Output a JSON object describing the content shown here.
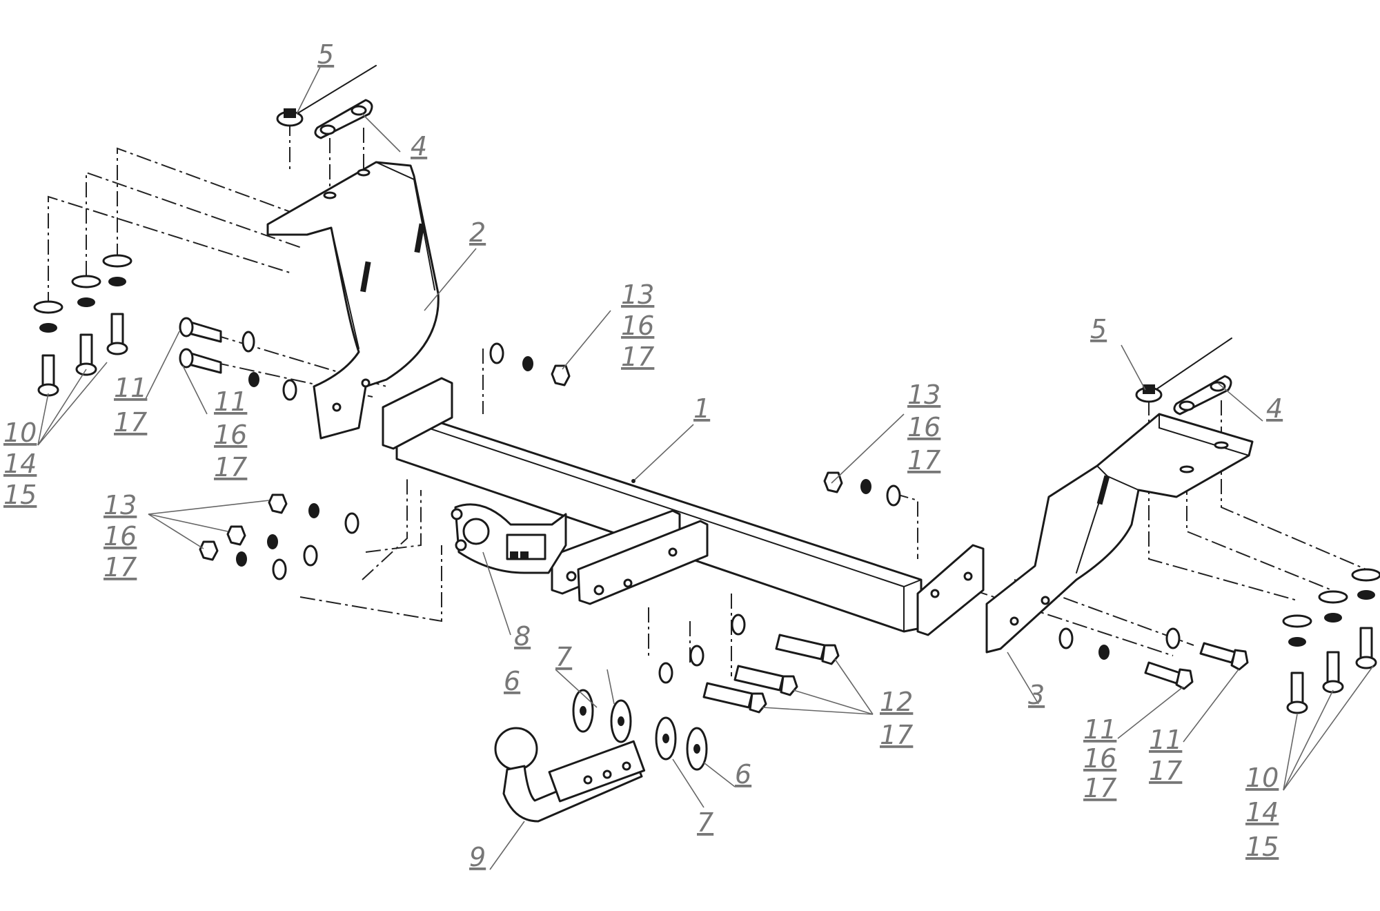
{
  "diagram": {
    "callouts": [
      {
        "id": "c5a",
        "text": "5"
      },
      {
        "id": "c4a",
        "text": "4"
      },
      {
        "id": "c2",
        "text": "2"
      },
      {
        "id": "c13a",
        "text": "13"
      },
      {
        "id": "c16a",
        "text": "16"
      },
      {
        "id": "c17a",
        "text": "17"
      },
      {
        "id": "c1",
        "text": "1"
      },
      {
        "id": "c13b",
        "text": "13"
      },
      {
        "id": "c16b",
        "text": "16"
      },
      {
        "id": "c17b",
        "text": "17"
      },
      {
        "id": "c5b",
        "text": "5"
      },
      {
        "id": "c4b",
        "text": "4"
      },
      {
        "id": "c11a",
        "text": "11"
      },
      {
        "id": "c17c",
        "text": "17"
      },
      {
        "id": "c11b",
        "text": "11"
      },
      {
        "id": "c16c",
        "text": "16"
      },
      {
        "id": "c17d",
        "text": "17"
      },
      {
        "id": "c10a",
        "text": "10"
      },
      {
        "id": "c14a",
        "text": "14"
      },
      {
        "id": "c15a",
        "text": "15"
      },
      {
        "id": "c13c",
        "text": "13"
      },
      {
        "id": "c16d",
        "text": "16"
      },
      {
        "id": "c17e",
        "text": "17"
      },
      {
        "id": "c8",
        "text": "8"
      },
      {
        "id": "c7a",
        "text": "7"
      },
      {
        "id": "c6a",
        "text": "6"
      },
      {
        "id": "c6b",
        "text": "6"
      },
      {
        "id": "c7b",
        "text": "7"
      },
      {
        "id": "c9",
        "text": "9"
      },
      {
        "id": "c12",
        "text": "12"
      },
      {
        "id": "c17f",
        "text": "17"
      },
      {
        "id": "c3",
        "text": "3"
      },
      {
        "id": "c11c",
        "text": "11"
      },
      {
        "id": "c16e",
        "text": "16"
      },
      {
        "id": "c17g",
        "text": "17"
      },
      {
        "id": "c11d",
        "text": "11"
      },
      {
        "id": "c17h",
        "text": "17"
      },
      {
        "id": "c10b",
        "text": "10"
      },
      {
        "id": "c14b",
        "text": "14"
      },
      {
        "id": "c15b",
        "text": "15"
      }
    ]
  },
  "colors": {
    "line": "#1a1a1a",
    "label": "#777777",
    "background": "#ffffff"
  }
}
